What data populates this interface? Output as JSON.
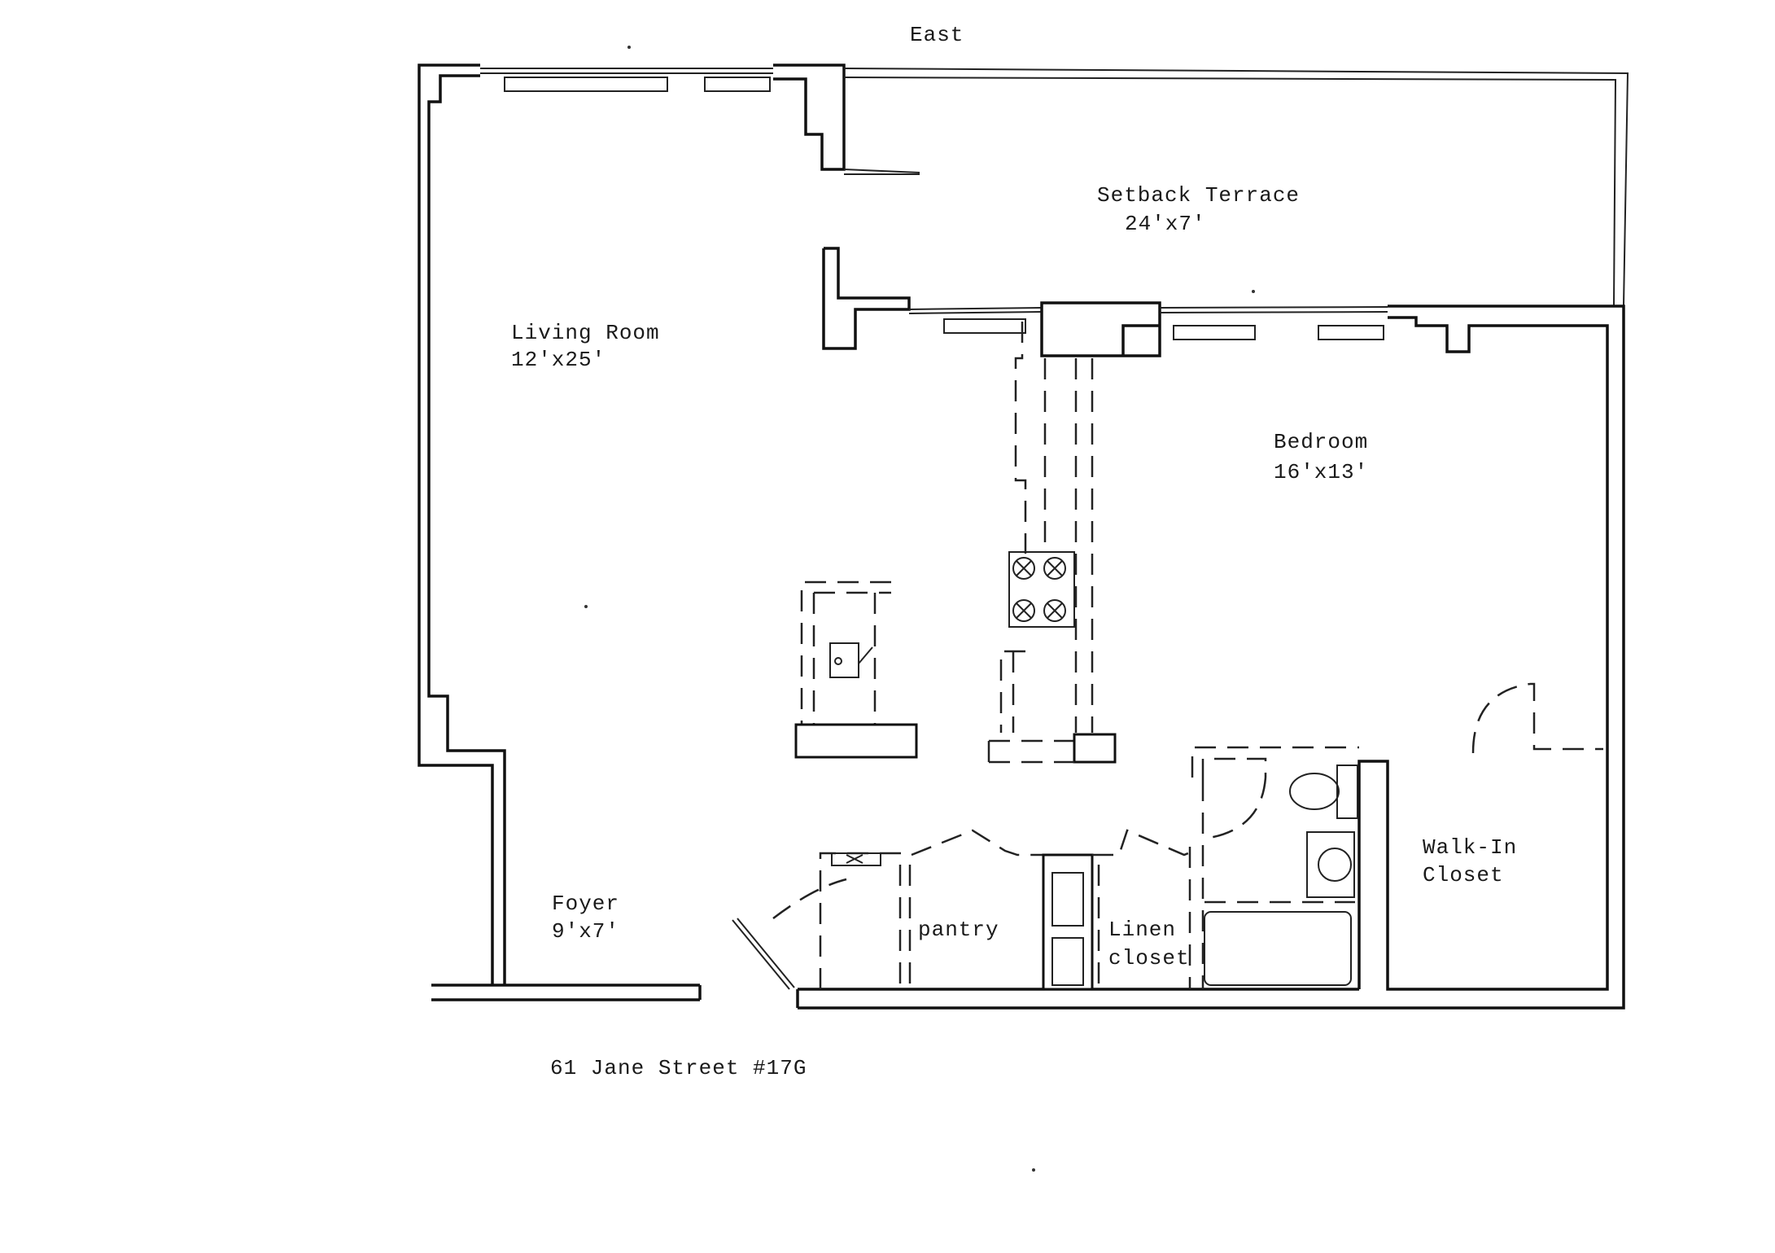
{
  "orientation": {
    "label": "East"
  },
  "rooms": {
    "living_room": {
      "name": "Living Room",
      "size": "12'x25'"
    },
    "terrace": {
      "name": "Setback Terrace",
      "size": "24'x7'"
    },
    "bedroom": {
      "name": "Bedroom",
      "size": "16'x13'"
    },
    "foyer": {
      "name": "Foyer",
      "size": "9'x7'"
    },
    "pantry": {
      "name": "pantry"
    },
    "linen": {
      "name_line1": "Linen",
      "name_line2": "closet"
    },
    "walkin": {
      "name_line1": "Walk-In",
      "name_line2": "Closet"
    }
  },
  "address": "61 Jane Street #17G"
}
